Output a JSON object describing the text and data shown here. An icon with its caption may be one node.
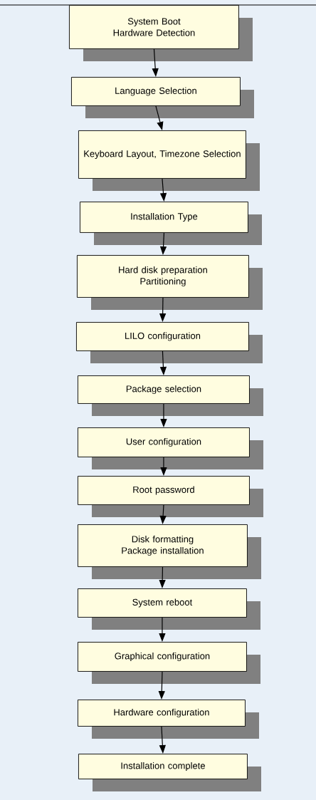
{
  "diagram": {
    "nodes": [
      {
        "text": [
          "System Boot",
          "Hardware Detection"
        ]
      },
      {
        "text": [
          "Language Selection"
        ]
      },
      {
        "text": [
          "Keyboard Layout, Timezone Selection"
        ]
      },
      {
        "text": [
          "Installation Type"
        ]
      },
      {
        "text": [
          "Hard disk preparation",
          "Partitioning"
        ]
      },
      {
        "text": [
          "LILO configuration"
        ]
      },
      {
        "text": [
          "Package selection"
        ]
      },
      {
        "text": [
          "User configuration"
        ]
      },
      {
        "text": [
          "Root password"
        ]
      },
      {
        "text": [
          "Disk formatting",
          "Package installation"
        ]
      },
      {
        "text": [
          "System reboot"
        ]
      },
      {
        "text": [
          "Graphical configuration"
        ]
      },
      {
        "text": [
          "Hardware configuration"
        ]
      },
      {
        "text": [
          "Installation complete"
        ]
      }
    ],
    "edges": [
      {
        "from": 0,
        "to": 1,
        "arrow": "to"
      },
      {
        "from": 1,
        "to": 2,
        "arrow": "to"
      },
      {
        "from": 2,
        "to": 3,
        "arrow": "to"
      },
      {
        "from": 3,
        "to": 4,
        "arrow": "to"
      },
      {
        "from": 4,
        "to": 5,
        "arrow": "to"
      },
      {
        "from": 5,
        "to": 6,
        "arrow": "to"
      },
      {
        "from": 6,
        "to": 7,
        "arrow": "to"
      },
      {
        "from": 7,
        "to": 8,
        "arrow": "to"
      },
      {
        "from": 8,
        "to": 9,
        "arrow": "to"
      },
      {
        "from": 9,
        "to": 10,
        "arrow": "to"
      },
      {
        "from": 10,
        "to": 11,
        "arrow": "to"
      },
      {
        "from": 11,
        "to": 12,
        "arrow": "to"
      },
      {
        "from": 12,
        "to": 13,
        "arrow": "to"
      }
    ]
  }
}
